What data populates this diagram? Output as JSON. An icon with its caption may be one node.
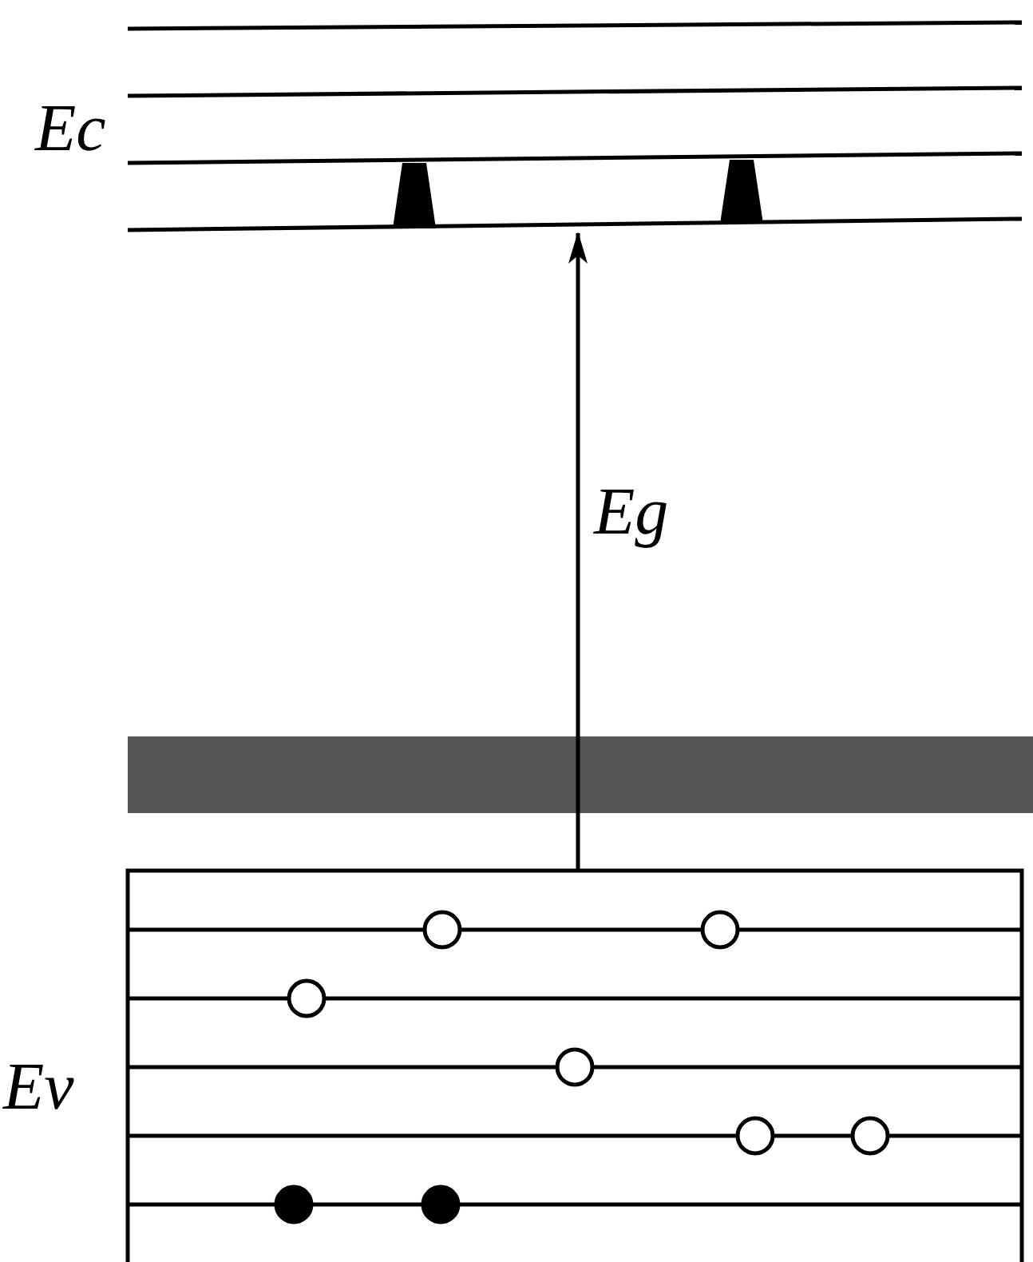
{
  "diagram": {
    "labels": [
      "Ec",
      "Eg",
      "Ev"
    ]
  }
}
